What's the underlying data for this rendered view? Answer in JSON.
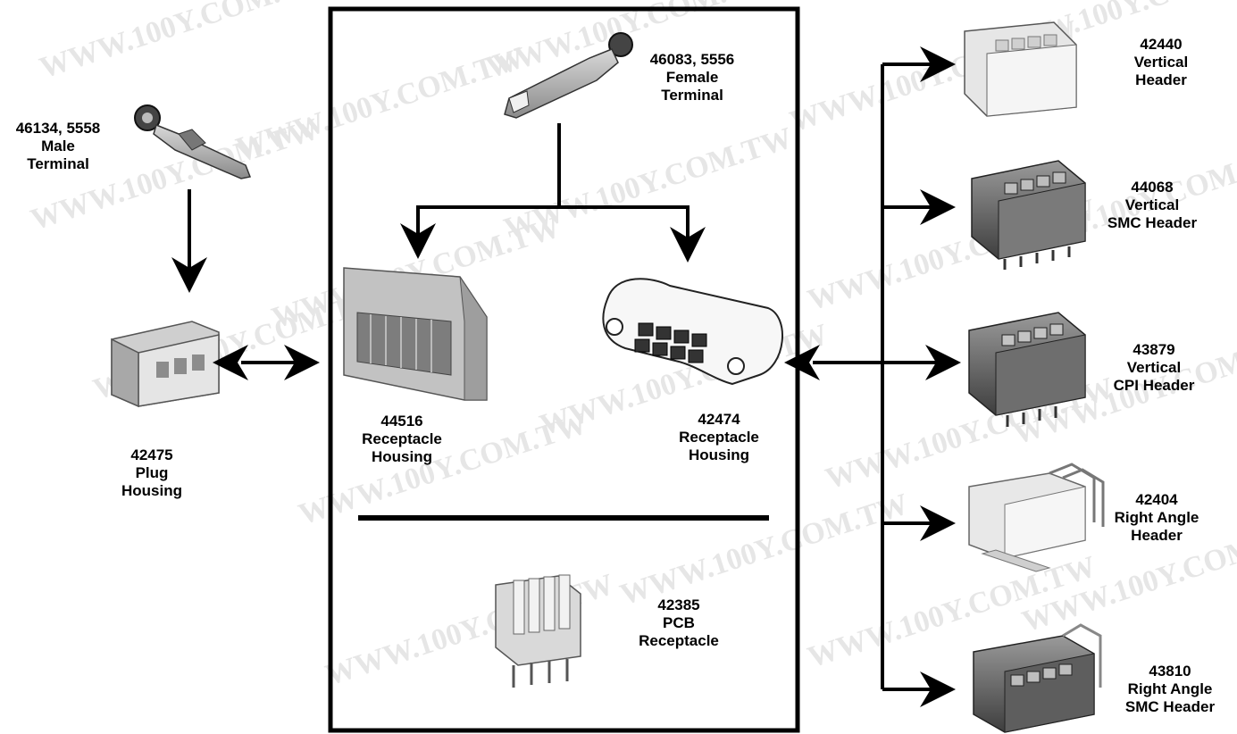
{
  "watermark": "WWW.100Y.COM.TW",
  "labels": {
    "male_terminal": [
      "46134, 5558",
      "Male",
      "Terminal"
    ],
    "female_terminal": [
      "46083, 5556",
      "Female",
      "Terminal"
    ],
    "plug_housing": [
      "42475",
      "Plug",
      "Housing"
    ],
    "receptacle_44516": [
      "44516",
      "Receptacle",
      "Housing"
    ],
    "receptacle_42474": [
      "42474",
      "Receptacle",
      "Housing"
    ],
    "pcb_receptacle": [
      "42385",
      "PCB",
      "Receptacle"
    ],
    "header_42440": [
      "42440",
      "Vertical",
      "Header"
    ],
    "header_44068": [
      "44068",
      "Vertical",
      "SMC Header"
    ],
    "header_43879": [
      "43879",
      "Vertical",
      "CPI Header"
    ],
    "header_42404": [
      "42404",
      "Right Angle",
      "Header"
    ],
    "header_43810": [
      "43810",
      "Right Angle",
      "SMC Header"
    ]
  }
}
